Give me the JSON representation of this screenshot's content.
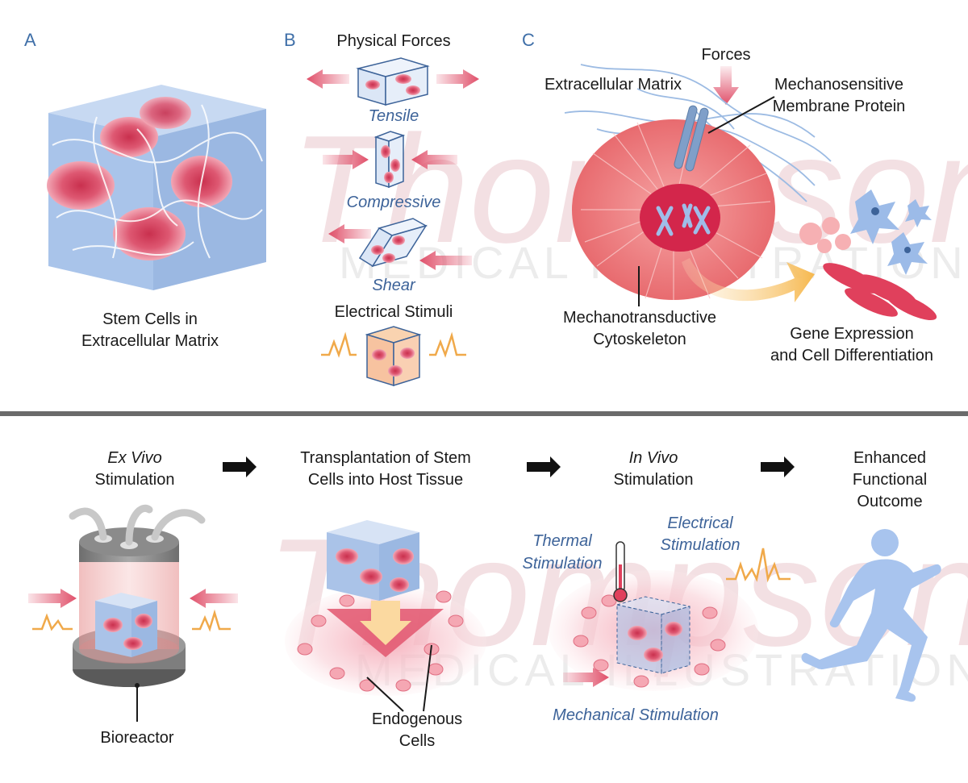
{
  "panels": {
    "a": "A",
    "b": "B",
    "c": "C"
  },
  "panel_a": {
    "caption_line1": "Stem Cells in",
    "caption_line2": "Extracellular Matrix"
  },
  "panel_b": {
    "heading_forces": "Physical Forces",
    "tensile": "Tensile",
    "compressive": "Compressive",
    "shear": "Shear",
    "heading_electrical": "Electrical Stimuli"
  },
  "panel_c": {
    "forces": "Forces",
    "extracellular_matrix": "Extracellular Matrix",
    "membrane_protein_line1": "Mechanosensitive",
    "membrane_protein_line2": "Membrane Protein",
    "cytoskeleton_line1": "Mechanotransductive",
    "cytoskeleton_line2": "Cytoskeleton",
    "gene_line1": "Gene Expression",
    "gene_line2": "and Cell Differentiation"
  },
  "workflow": {
    "step1_line1": "Ex Vivo",
    "step1_line2": "Stimulation",
    "step2_line1": "Transplantation of Stem",
    "step2_line2": "Cells into Host Tissue",
    "step3_line1": "In Vivo",
    "step3_line2": "Stimulation",
    "step4_line1": "Enhanced",
    "step4_line2": "Functional",
    "step4_line3": "Outcome",
    "bioreactor": "Bioreactor",
    "endogenous_line1": "Endogenous",
    "endogenous_line2": "Cells",
    "thermal_line1": "Thermal",
    "thermal_line2": "Stimulation",
    "electrical_line1": "Electrical",
    "electrical_line2": "Stimulation",
    "mechanical": "Mechanical Stimulation"
  },
  "watermark": {
    "script": "Thompson",
    "line": "MEDICAL ILLUSTRATION"
  },
  "colors": {
    "panel_letter": "#3f6fa8",
    "italic_label": "#3d6399",
    "matrix_blue": "#a9c4ea",
    "cell_red": "#d9435f",
    "force_arrow": "#e0506a",
    "signal_orange": "#f0a94a",
    "divider": "#6b6b6b"
  }
}
